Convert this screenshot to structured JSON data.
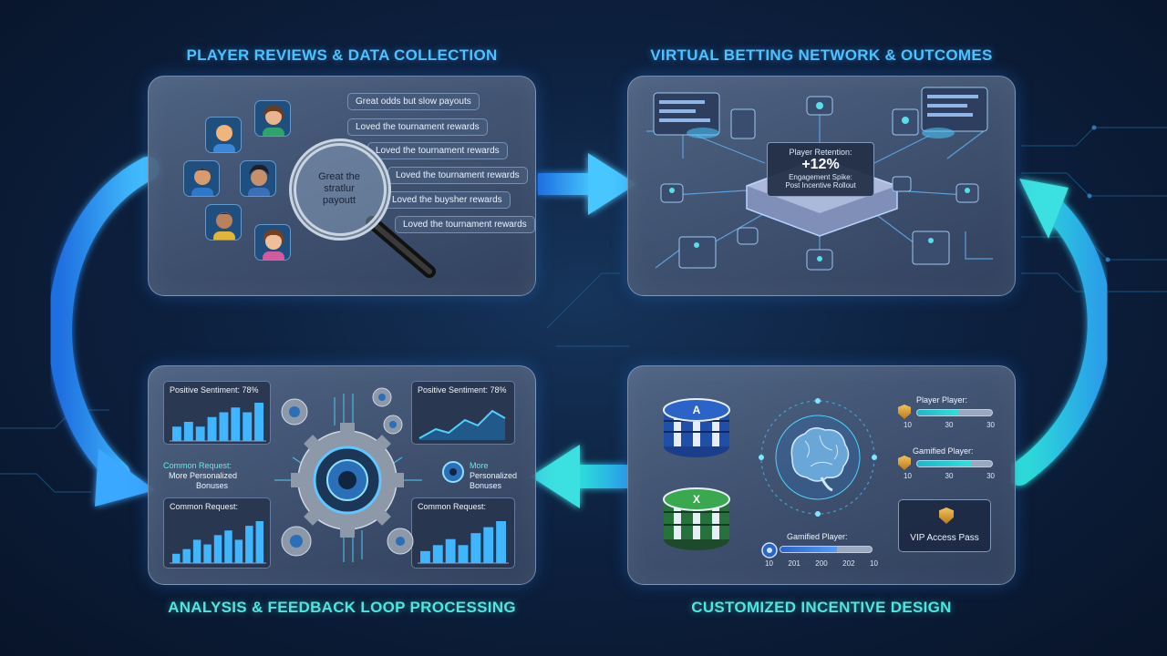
{
  "titles": {
    "top_left": "PLAYER REVIEWS & DATA COLLECTION",
    "top_right": "VIRTUAL BETTING NETWORK & OUTCOMES",
    "bottom_left": "ANALYSIS & FEEDBACK LOOP PROCESSING",
    "bottom_right": "CUSTOMIZED INCENTIVE DESIGN"
  },
  "colors": {
    "blue_accent": "#3aa8ff",
    "cyan_accent": "#3ae0e0",
    "panel_border": "#bcd6f5"
  },
  "reviews": {
    "pills": [
      "Great odds but slow payouts",
      "Loved the tournament rewards",
      "Loved the tournament rewards",
      "Loved the tournament rewards",
      "Loved the buysher rewards",
      "Loved the tournament rewards"
    ],
    "lens_text": "Great the stratlur payoutt"
  },
  "network": {
    "metric_title": "Player Retention:",
    "metric_value": "+12%",
    "metric_sub1": "Engagement Spike:",
    "metric_sub2": "Post Incentive Rollout"
  },
  "analysis": {
    "chart1_title": "Positive Sentiment: 78%",
    "chart2_title": "Positive Sentiment: 78%",
    "chart3_title": "Common Request:",
    "chart4_title": "Common Request:",
    "left_label_1": "Common Request:",
    "left_label_2": "More Personalized",
    "left_label_3": "Bonuses",
    "right_label_1": "More",
    "right_label_2": "Personalized",
    "right_label_3": "Bonuses",
    "chart1_values": [
      3,
      4,
      3,
      5,
      6,
      7,
      6,
      8
    ],
    "chart3_values": [
      2,
      3,
      5,
      4,
      6,
      7,
      5,
      8,
      9
    ],
    "chart4_values": [
      2,
      3,
      4,
      3,
      5,
      6,
      7
    ]
  },
  "incentive": {
    "tier1_label": "Player Player:",
    "tier1_ticks": [
      "10",
      "30",
      "30"
    ],
    "tier1_level": 0.55,
    "tier2_label": "Gamified Player:",
    "tier2_ticks": [
      "10",
      "30",
      "30"
    ],
    "tier2_level": 0.72,
    "tier3_label": "Gamified Player:",
    "tier3_ticks": [
      "10",
      "201",
      "200",
      "202",
      "10"
    ],
    "tier3_level": 0.62,
    "vip_label": "VIP Access Pass",
    "chip1_letter": "A",
    "chip2_letter": "X"
  }
}
